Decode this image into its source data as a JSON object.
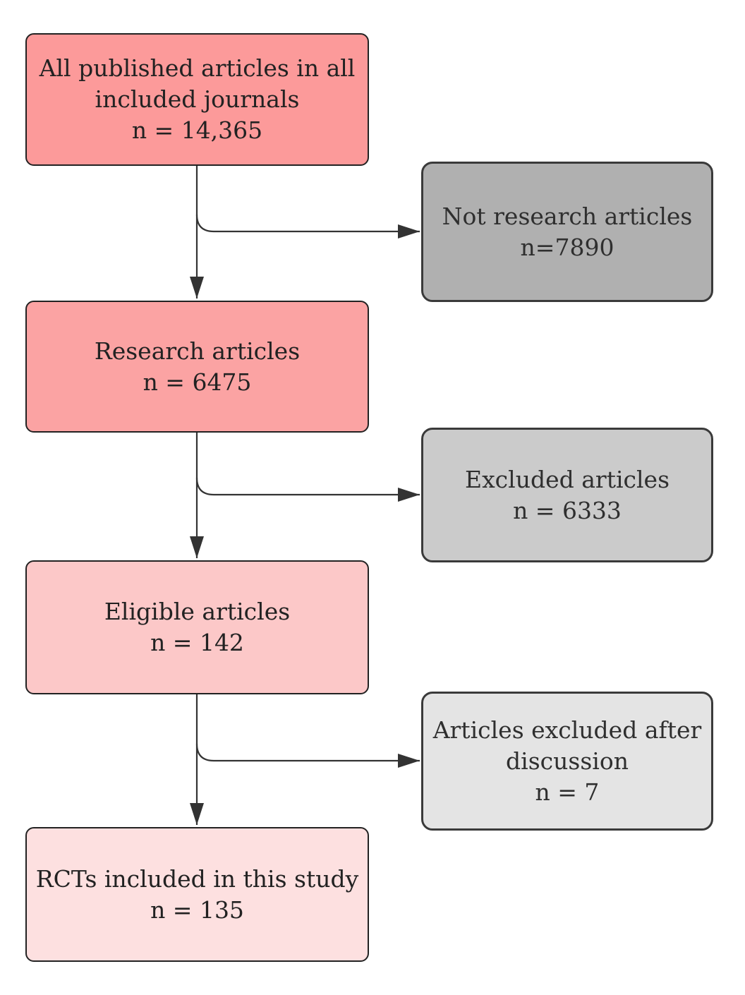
{
  "main_boxes": [
    {
      "lines": [
        "All published articles in all",
        "included journals",
        "n = 14,365"
      ],
      "fill": "#fc9a9a"
    },
    {
      "lines": [
        "Research articles",
        "n = 6475"
      ],
      "fill": "#fba3a3"
    },
    {
      "lines": [
        "Eligible articles",
        "n = 142"
      ],
      "fill": "#fcc8c8"
    },
    {
      "lines": [
        "RCTs included in this study",
        "n = 135"
      ],
      "fill": "#fde0e0"
    }
  ],
  "side_boxes": [
    {
      "lines": [
        "Not research articles",
        "n=7890"
      ],
      "fill": "#b0b0b0"
    },
    {
      "lines": [
        "Excluded articles",
        "n = 6333"
      ],
      "fill": "#cbcbcb"
    },
    {
      "lines": [
        "Articles excluded after",
        "discussion",
        "n = 7"
      ],
      "fill": "#e4e4e4"
    }
  ],
  "colors": {
    "connector": "#333333",
    "main_border": "#222222",
    "side_border": "#3a3a3a"
  }
}
